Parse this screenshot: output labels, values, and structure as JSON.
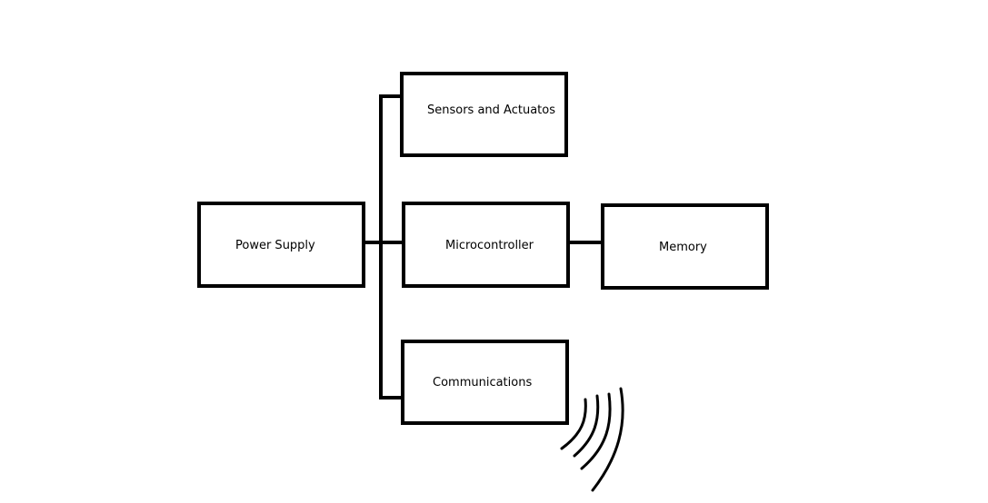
{
  "diagram": {
    "blocks": {
      "sensors": {
        "label": "Sensors and Actuatos"
      },
      "power": {
        "label": "Power Supply"
      },
      "microcontroller": {
        "label": "Microcontroller"
      },
      "memory": {
        "label": "Memory"
      },
      "communications": {
        "label": "Communications"
      }
    },
    "connections": [
      {
        "from": "power",
        "to": "microcontroller"
      },
      {
        "from": "power",
        "to": "sensors"
      },
      {
        "from": "power",
        "to": "communications"
      },
      {
        "from": "microcontroller",
        "to": "memory"
      }
    ],
    "colors": {
      "stroke": "#000000",
      "background": "#ffffff"
    },
    "icons": {
      "wireless": "wireless-signal-icon"
    }
  }
}
